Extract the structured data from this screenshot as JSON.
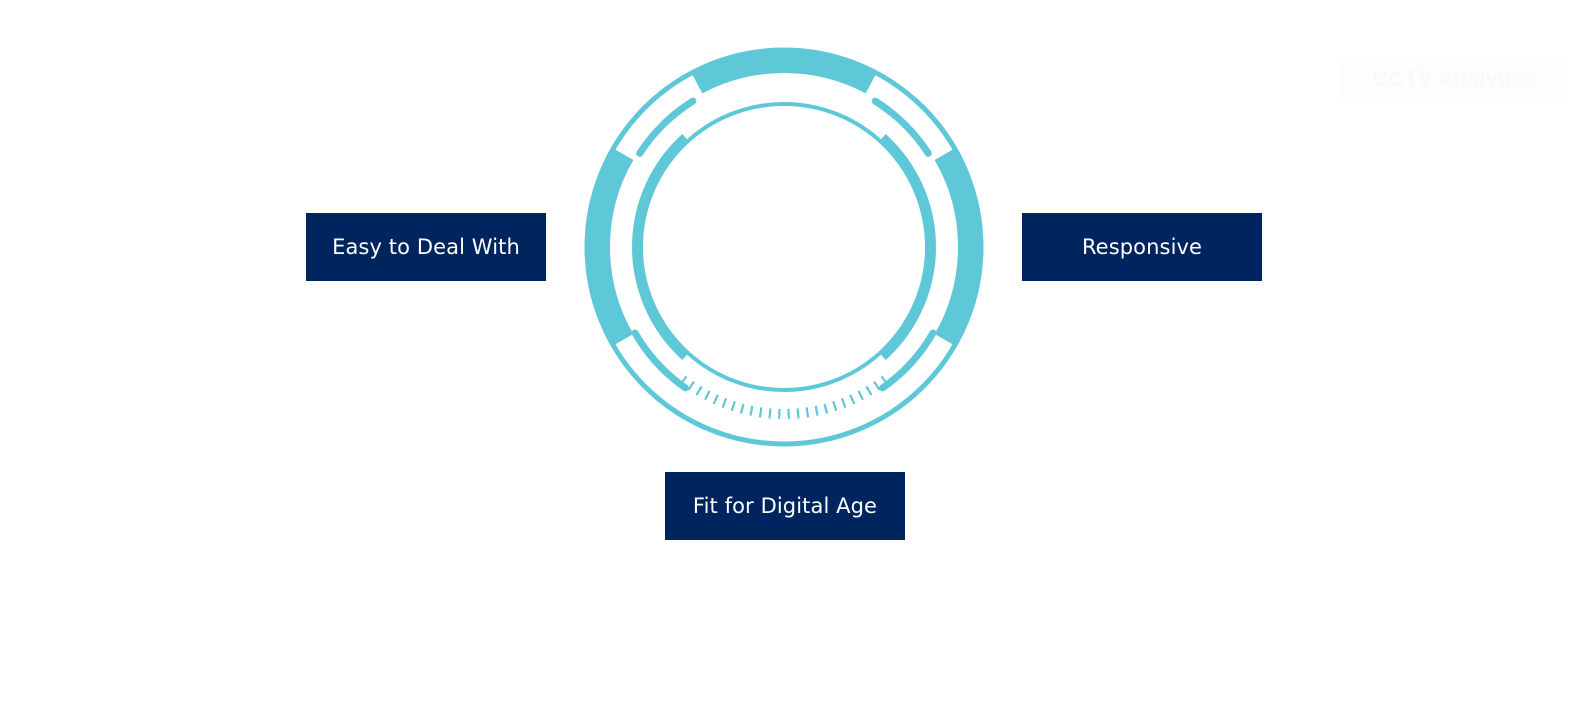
{
  "brand": {
    "text": "CCTV Analytics"
  },
  "diagram": {
    "accent_color": "#5fc8d8",
    "box_color": "#00245d",
    "labels": {
      "left": "Easy to Deal With",
      "right": "Responsive",
      "bottom": "Fit for Digital Age"
    },
    "tick_count": 24
  }
}
